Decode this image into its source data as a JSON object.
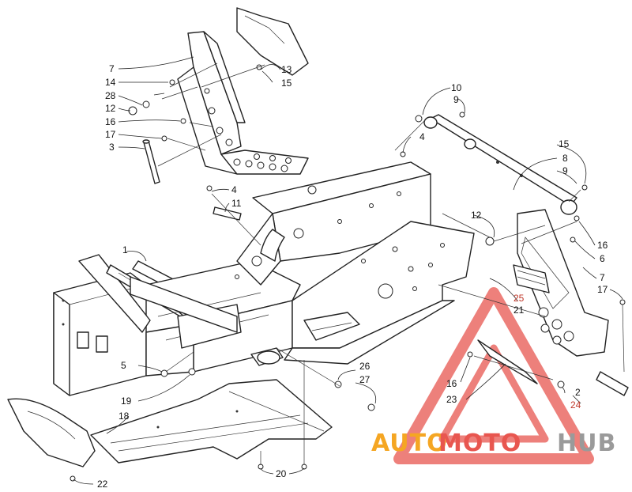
{
  "labels": {
    "l1": "1",
    "l2": "2",
    "l3": "3",
    "l4a": "4",
    "l4b": "4",
    "l5": "5",
    "l6": "6",
    "l7a": "7",
    "l7b": "7",
    "l8": "8",
    "l9a": "9",
    "l9b": "9",
    "l10": "10",
    "l11": "11",
    "l12a": "12",
    "l12b": "12",
    "l13": "13",
    "l14": "14",
    "l15a": "15",
    "l15b": "15",
    "l16a": "16",
    "l16b": "16",
    "l16c": "16",
    "l17a": "17",
    "l17b": "17",
    "l18": "18",
    "l19": "19",
    "l20": "20",
    "l21": "21",
    "l22": "22",
    "l23": "23",
    "l24": "24",
    "l25": "25",
    "l26": "26",
    "l27": "27",
    "l28": "28"
  },
  "watermark": {
    "part1": "AUTO",
    "part2": "MOTO",
    "part3": "HUB",
    "colors": {
      "orange": "#f5a623",
      "red": "#e8564f",
      "gray": "#9a9a9a"
    }
  }
}
